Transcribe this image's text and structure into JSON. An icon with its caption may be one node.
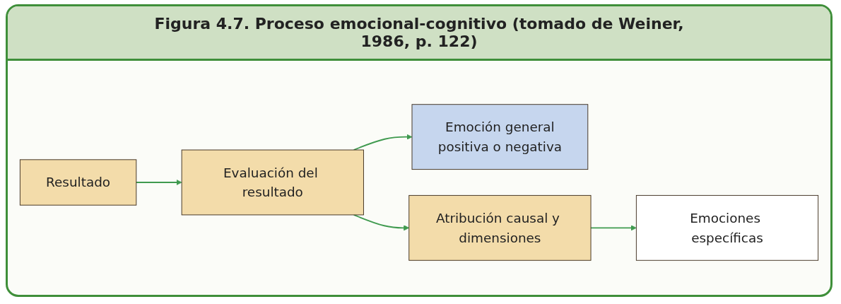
{
  "diagram": {
    "title": "Figura 4.7. Proceso emocional-cognitivo (tomado de Weiner, 1986, p. 122)",
    "nodes": [
      {
        "text": [
          "Resultado"
        ]
      },
      {
        "text": [
          "Evaluación del resultado"
        ]
      },
      {
        "text": [
          "Emoción general",
          "positiva o negativa"
        ]
      },
      {
        "text": [
          "Atribución causal y dimensiones"
        ]
      },
      {
        "text": [
          "Emociones específicas"
        ]
      }
    ],
    "edges": [
      {
        "from": 0,
        "to": 1,
        "arrow": "to"
      },
      {
        "from": 1,
        "to": 2,
        "arrow": "to"
      },
      {
        "from": 1,
        "to": 3,
        "arrow": "to"
      },
      {
        "from": 3,
        "to": 4,
        "arrow": "to"
      }
    ]
  }
}
